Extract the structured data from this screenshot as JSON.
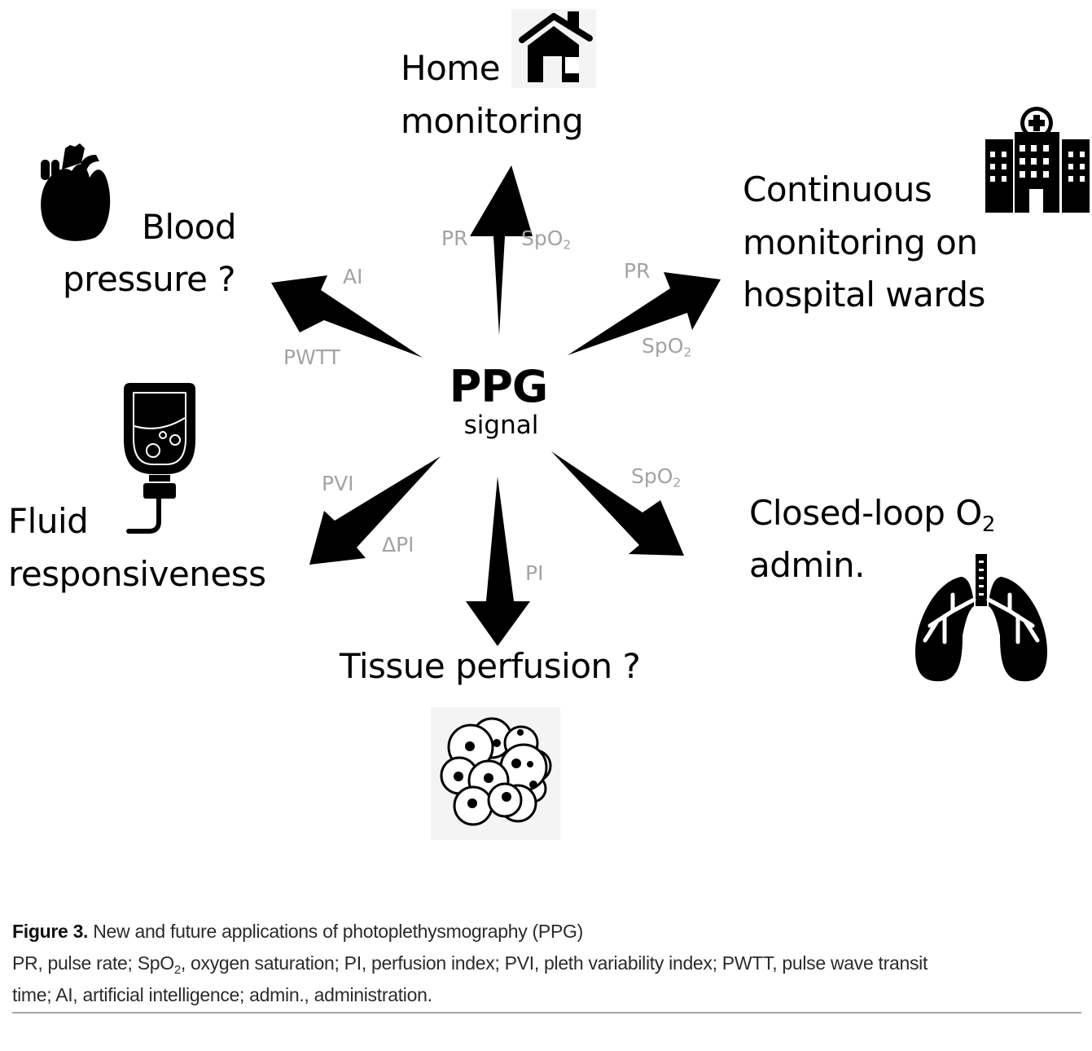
{
  "center": {
    "title": "PPG",
    "subtitle": "signal"
  },
  "nodes": {
    "home": {
      "line1": "Home",
      "line2": "monitoring",
      "icon": "house-icon"
    },
    "hospital": {
      "line1": "Continuous",
      "line2": "monitoring on",
      "line3": "hospital wards",
      "icon": "hospital-icon"
    },
    "oxygen": {
      "line1_pre": "Closed-loop O",
      "line1_sub": "2",
      "line2": "admin.",
      "icon": "lungs-icon"
    },
    "perfusion": {
      "line1": "Tissue perfusion ?",
      "icon": "cells-icon"
    },
    "fluid": {
      "line1": "Fluid",
      "line2": "responsiveness",
      "icon": "iv-bag-icon"
    },
    "bp": {
      "line1": "Blood",
      "line2": "pressure ?",
      "icon": "heart-icon"
    }
  },
  "edge_labels": {
    "home_left": "PR",
    "home_right_pre": "SpO",
    "home_right_sub": "2",
    "hospital_top": "PR",
    "hospital_bottom_pre": "SpO",
    "hospital_bottom_sub": "2",
    "oxygen_top_pre": "SpO",
    "oxygen_top_sub": "2",
    "perfusion_right": "PI",
    "fluid_top": "PVI",
    "fluid_bottom": "ΔPI",
    "bp_top": "AI",
    "bp_bottom": "PWTT"
  },
  "caption": {
    "figure_label": "Figure 3.",
    "title": " New and future applications of photoplethysmography (PPG)",
    "line2_a": "PR, pulse rate; SpO",
    "line2_sub": "2",
    "line2_b": ", oxygen saturation; PI, perfusion index; PVI, pleth variability index; PWTT, pulse wave transit",
    "line3": "time; AI, artificial intelligence; admin., administration."
  },
  "colors": {
    "arrow": "#000000",
    "edge_label": "#a3a3a3",
    "caption_rule": "#a6a6a6"
  }
}
